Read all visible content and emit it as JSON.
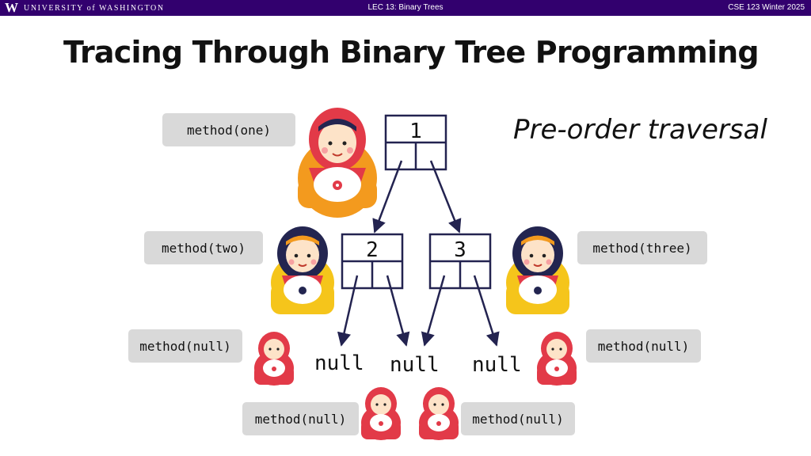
{
  "header": {
    "logo_letter": "W",
    "university": "UNIVERSITY of WASHINGTON",
    "lecture": "LEC 13: Binary Trees",
    "course": "CSE 123 Winter 2025"
  },
  "slide": {
    "title": "Tracing Through Binary Tree Programming",
    "subtitle": "Pre-order traversal"
  },
  "tree": {
    "node_root": "1",
    "node_left": "2",
    "node_right": "3",
    "null_left": "null",
    "null_middle": "null",
    "null_right": "null"
  },
  "calls": {
    "one": "method(one)",
    "two": "method(two)",
    "three": "method(three)",
    "null_left": "method(null)",
    "null_right": "method(null)",
    "null_bottom_left": "method(null)",
    "null_bottom_right": "method(null)"
  },
  "colors": {
    "header_bg": "#32006e",
    "pill_bg": "#d9d9d9",
    "doll_red": "#e23a48",
    "doll_orange": "#f39a1e",
    "doll_navy": "#232550",
    "doll_yellow": "#f5c51b",
    "tree_stroke": "#232350"
  }
}
